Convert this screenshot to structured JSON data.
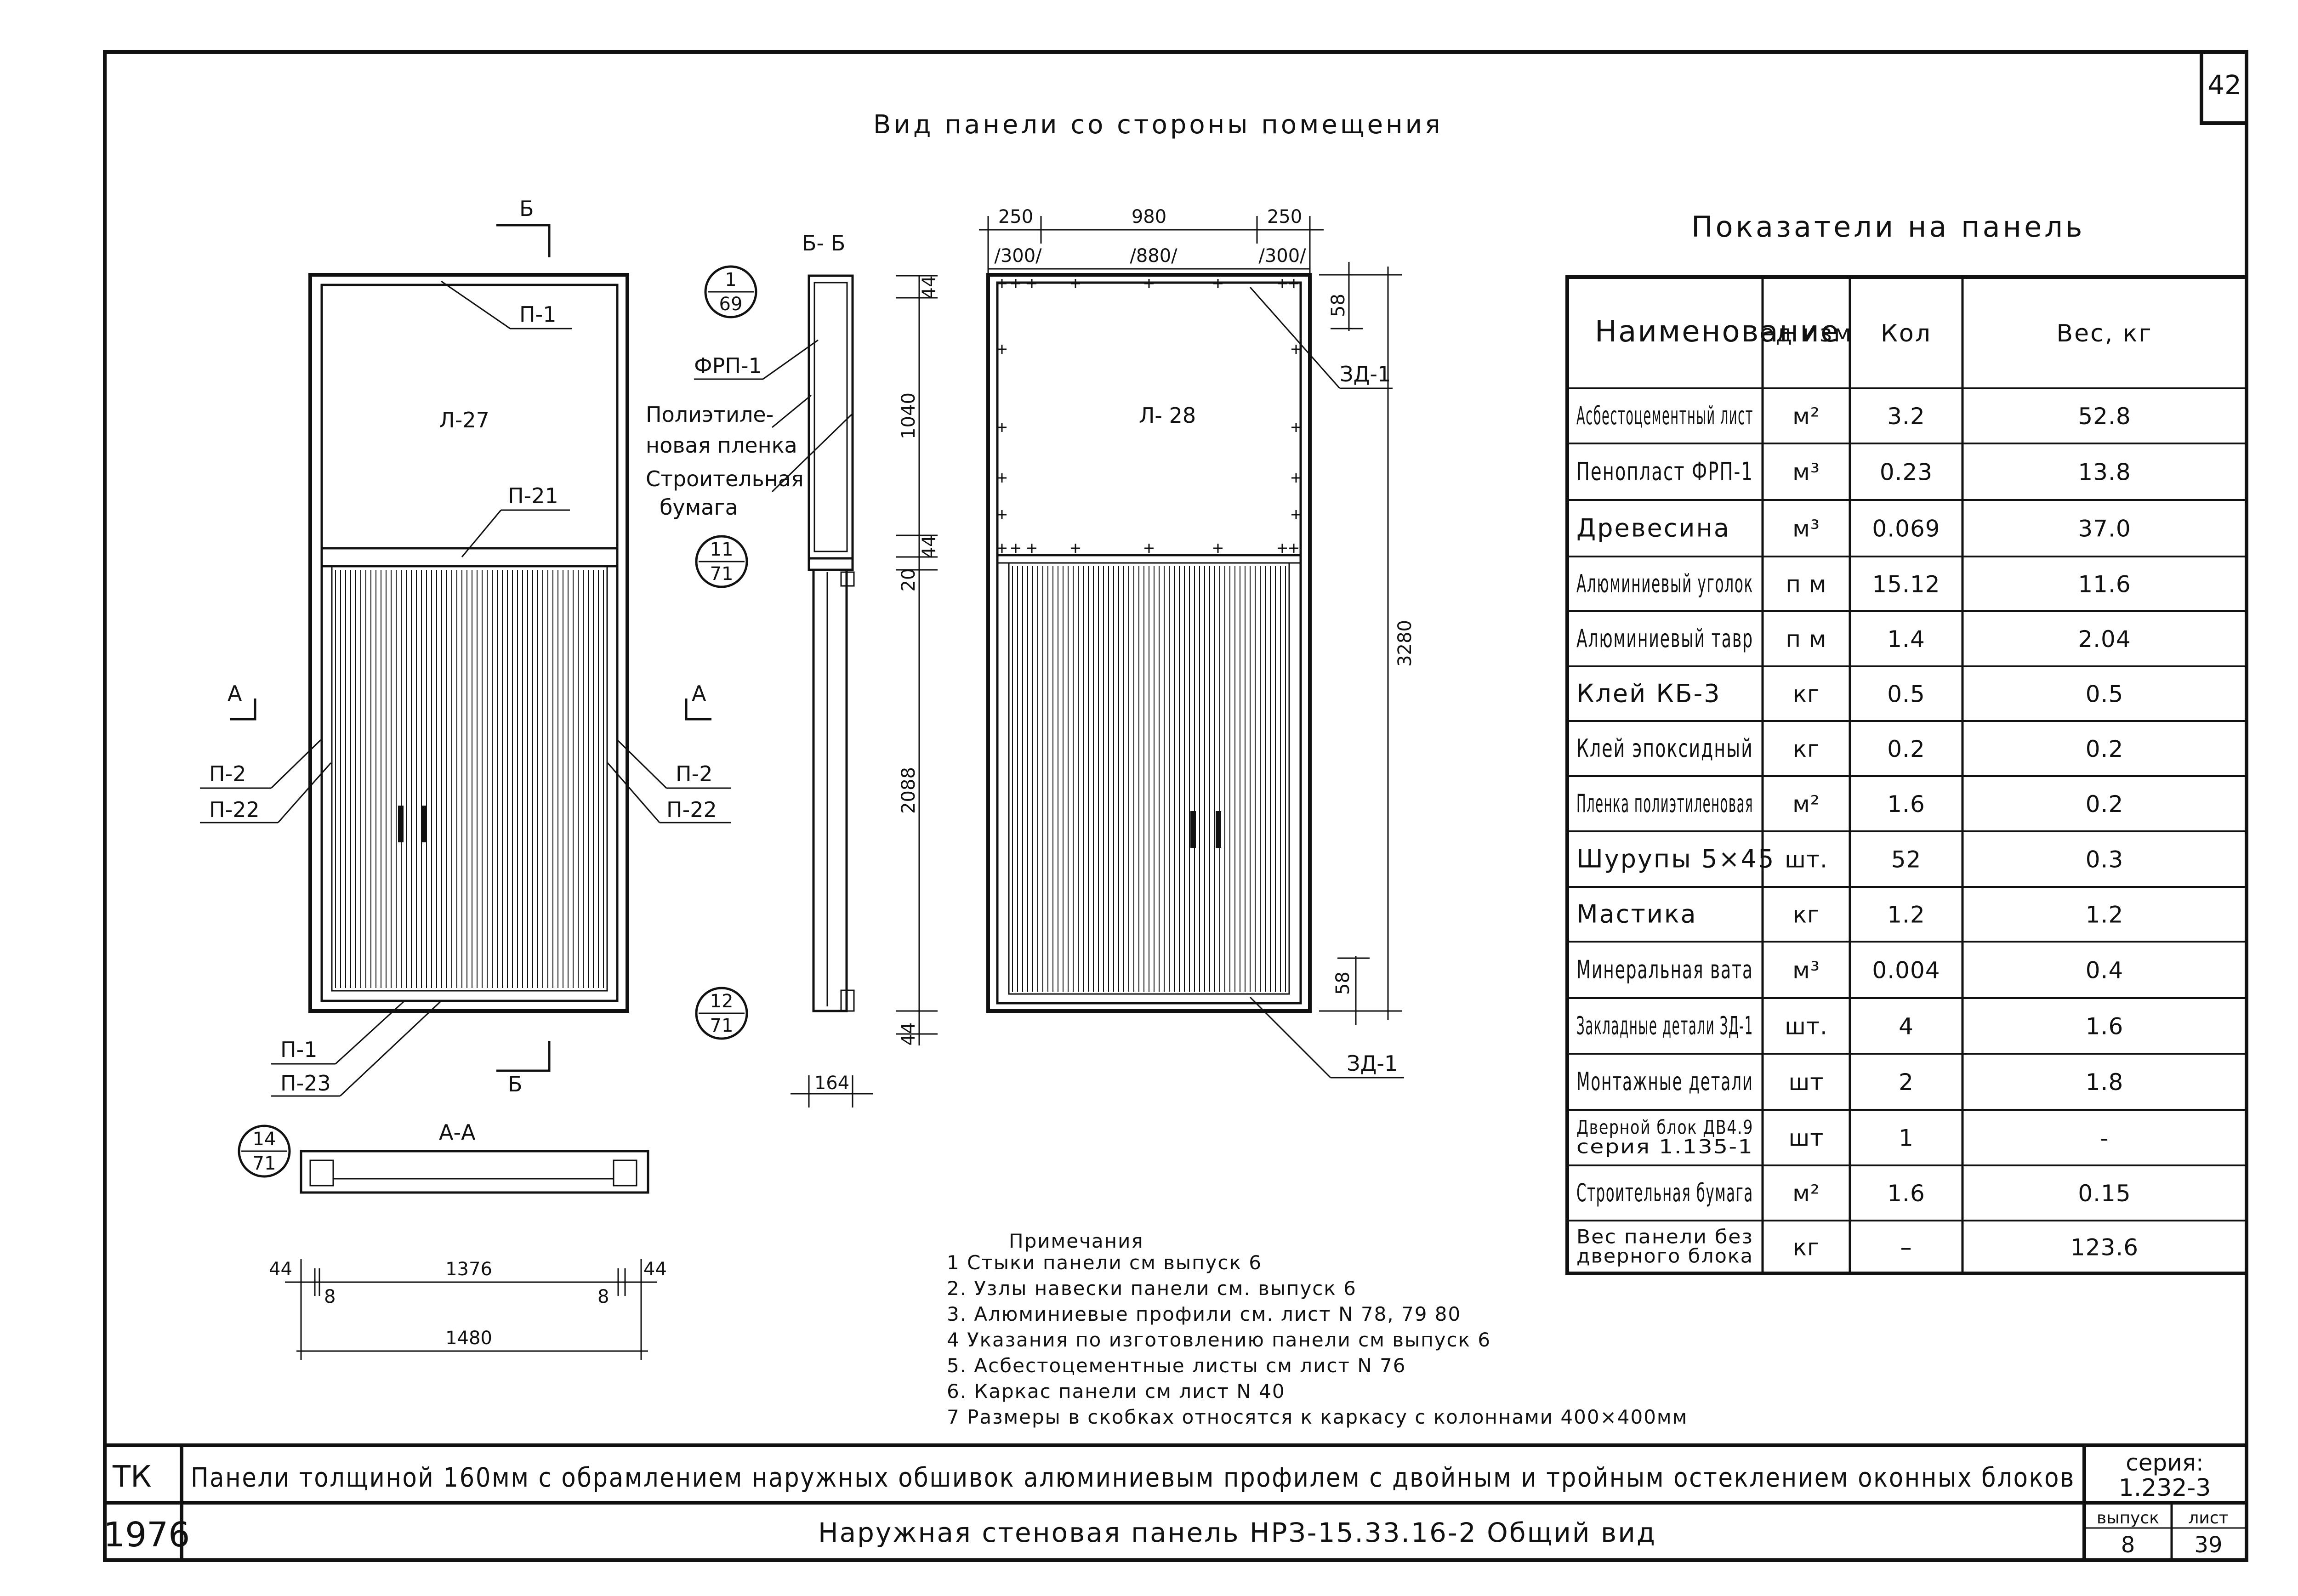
{
  "sheet_number": "42",
  "view_title": "Вид панели со стороны помещения",
  "left_view": {
    "section_marks": {
      "b": "Б",
      "a": "А"
    },
    "panel_label": "Л-27",
    "callouts": [
      "П-1",
      "П-21",
      "П-2",
      "П-22",
      "П-2",
      "П-22",
      "П-1",
      "П-23"
    ],
    "aa_title": "А-А",
    "aa_circle": {
      "top": "14",
      "bottom": "71"
    },
    "aa_dims": {
      "left": "44",
      "mid": "1376",
      "right": "44",
      "sub_left": "8",
      "sub_right": "8",
      "total": "1480"
    }
  },
  "section_view": {
    "title": "Б- Б",
    "circles": [
      {
        "top": "1",
        "bottom": "69"
      },
      {
        "top": "11",
        "bottom": "71"
      },
      {
        "top": "12",
        "bottom": "71"
      }
    ],
    "labels": [
      "ФРП-1",
      "Полиэтиле-",
      "новая пленка",
      "Строительная",
      "бумага"
    ],
    "dims_v": [
      "44",
      "1040",
      "44",
      "20",
      "2088",
      "44"
    ],
    "dim_bottom": "164"
  },
  "right_view": {
    "dims_top": [
      "250",
      "980",
      "250"
    ],
    "dims_top2": [
      "/300/",
      "/880/",
      "/300/"
    ],
    "panel_label": "Л- 28",
    "callouts": [
      "ЗД-1",
      "ЗД-1"
    ],
    "dim_58_top": "58",
    "dim_58_bottom": "58",
    "dim_total": "3280"
  },
  "table": {
    "title": "Показатели на панель",
    "headers": [
      "Наименование",
      "ед изм",
      "Кол",
      "Вес, кг"
    ],
    "rows": [
      [
        "Асбестоцементный лист",
        "м²",
        "3.2",
        "52.8"
      ],
      [
        "Пенопласт ФРП-1",
        "м³",
        "0.23",
        "13.8"
      ],
      [
        "Древесина",
        "м³",
        "0.069",
        "37.0"
      ],
      [
        "Алюминиевый уголок",
        "п м",
        "15.12",
        "11.6"
      ],
      [
        "Алюминиевый тавр",
        "п м",
        "1.4",
        "2.04"
      ],
      [
        "Клей КБ-3",
        "кг",
        "0.5",
        "0.5"
      ],
      [
        "Клей эпоксидный",
        "кг",
        "0.2",
        "0.2"
      ],
      [
        "Пленка полиэтиленовая",
        "м²",
        "1.6",
        "0.2"
      ],
      [
        "Шурупы 5×45",
        "шт.",
        "52",
        "0.3"
      ],
      [
        "Мастика",
        "кг",
        "1.2",
        "1.2"
      ],
      [
        "Минеральная вата",
        "м³",
        "0.004",
        "0.4"
      ],
      [
        "Закладные детали ЗД-1",
        "шт.",
        "4",
        "1.6"
      ],
      [
        "Монтажные детали",
        "шт",
        "2",
        "1.8"
      ],
      [
        "Дверной блок ДВ4.9 серия 1.135-1",
        "шт",
        "1",
        "-"
      ],
      [
        "Строительная бумага",
        "м²",
        "1.6",
        "0.15"
      ],
      [
        "Вес панели без дверного блока",
        "кг",
        "–",
        "123.6"
      ]
    ]
  },
  "notes": {
    "title": "Примечания",
    "items": [
      "1 Стыки панели см выпуск 6",
      "2. Узлы навески панели см. выпуск 6",
      "3. Алюминиевые профили см. лист N 78, 79 80",
      "4 Указания по изготовлению панели см выпуск 6",
      "5. Асбестоцементные листы см лист N 76",
      "6. Каркас панели см лист N 40",
      "7 Размеры в скобках относятся к каркасу с колоннами 400×400мм"
    ]
  },
  "stamp": {
    "org": "ТК",
    "year": "1976",
    "line1": "Панели толщиной 160мм с обрамлением наружных обшивок алюминиевым профилем с двойным и тройным остеклением оконных блоков",
    "line2": "Наружная стеновая панель НРЗ-15.33.16-2   Общий вид",
    "series_label": "серия:",
    "series": "1.232-3",
    "issue_label": "выпуск",
    "issue": "8",
    "sheet_label": "лист",
    "sheet": "39"
  }
}
